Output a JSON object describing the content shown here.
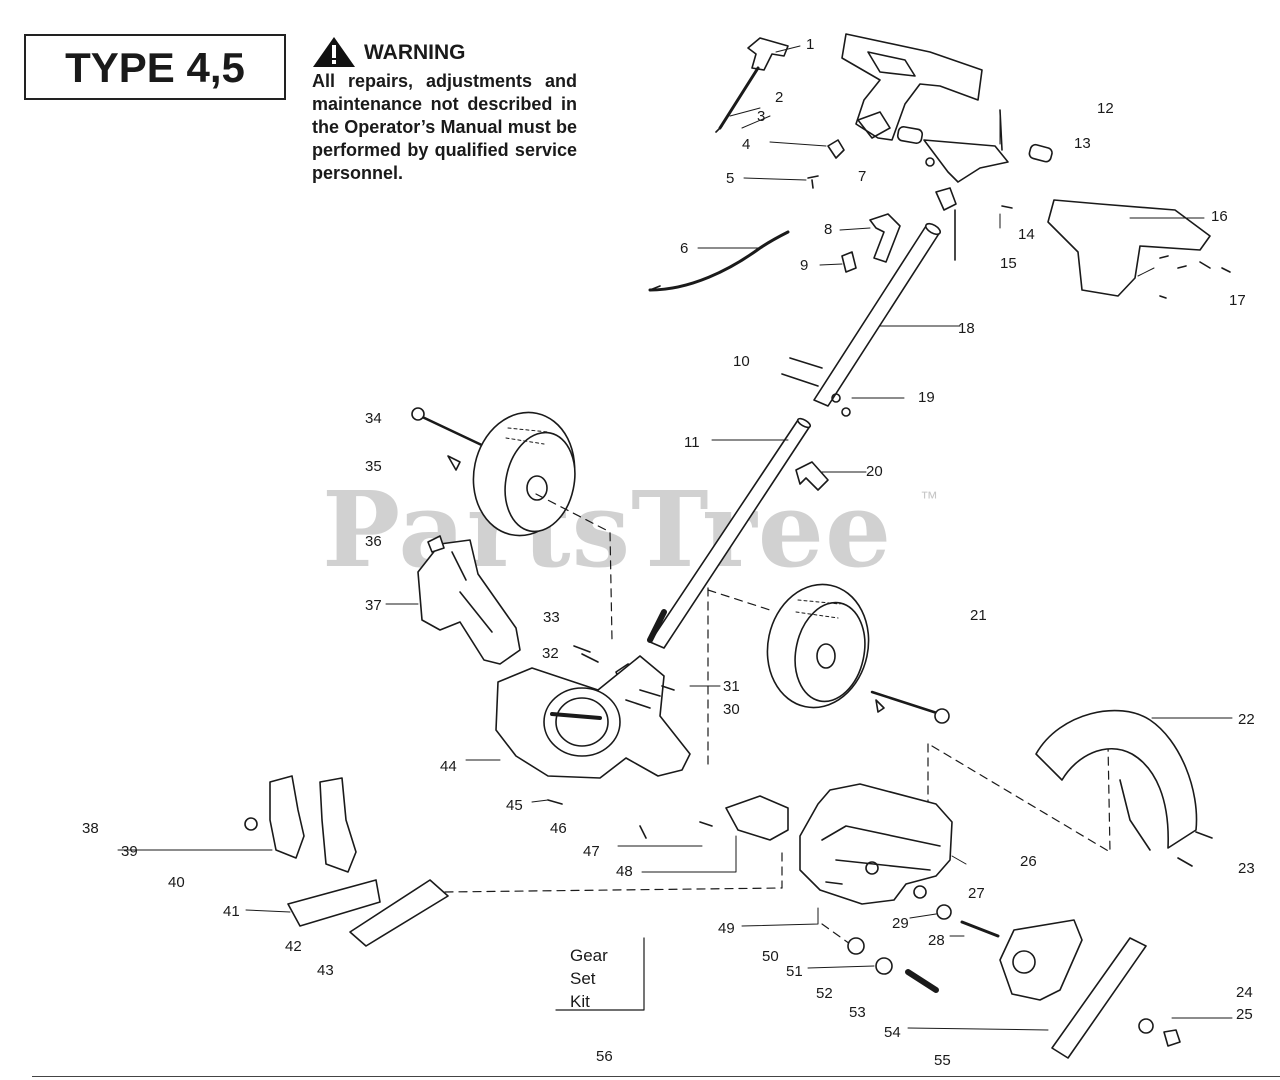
{
  "type_label": "TYPE 4,5",
  "warning": {
    "heading": "WARNING",
    "body": "All repairs, adjustments and maintenance not described in the Operator’s Manual must be performed by qualified service personnel."
  },
  "watermark": "PartsTree",
  "trademark": "™",
  "kit_label": [
    "Gear",
    "Set",
    "Kit"
  ],
  "colors": {
    "line": "#1a1a1a",
    "background": "#ffffff",
    "watermark": "#d0d0d0"
  },
  "callouts": [
    "1",
    "2",
    "3",
    "4",
    "5",
    "6",
    "7",
    "8",
    "9",
    "10",
    "11",
    "12",
    "13",
    "14",
    "15",
    "16",
    "17",
    "18",
    "19",
    "20",
    "21",
    "22",
    "23",
    "24",
    "25",
    "26",
    "27",
    "28",
    "29",
    "30",
    "31",
    "32",
    "33",
    "34",
    "35",
    "36",
    "37",
    "38",
    "39",
    "40",
    "41",
    "42",
    "43",
    "44",
    "45",
    "46",
    "47",
    "48",
    "49",
    "50",
    "51",
    "52",
    "53",
    "54",
    "55",
    "56"
  ]
}
